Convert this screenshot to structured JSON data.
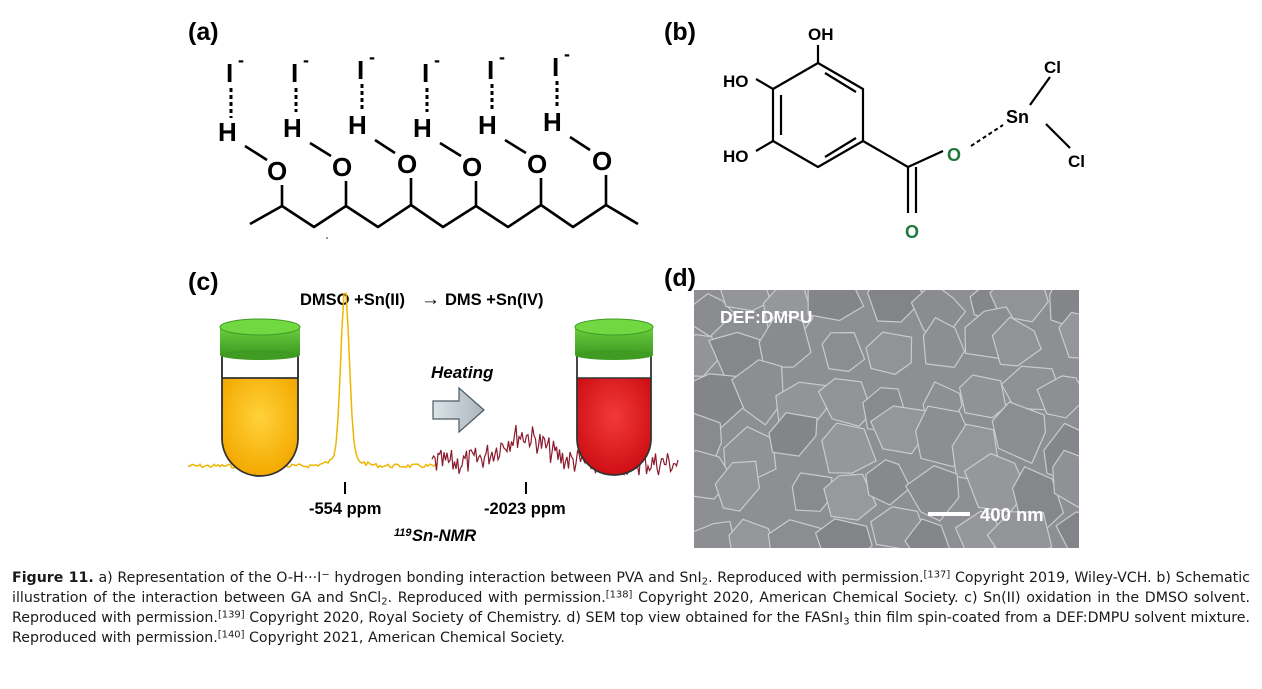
{
  "panels": {
    "a": {
      "label": "(a)",
      "iodide": [
        "I",
        "I",
        "I",
        "I",
        "I",
        "I"
      ],
      "iodide_charge": "-",
      "hydrogen": [
        "H",
        "H",
        "H",
        "H",
        "H",
        "H"
      ],
      "oxygen": [
        "O",
        "O",
        "O",
        "O",
        "O",
        "O"
      ]
    },
    "b": {
      "label": "(b)",
      "oh_top": "OH",
      "ho_mid": "HO",
      "ho_low": "HO",
      "o_ester": "O",
      "o_carbonyl": "O",
      "sn": "Sn",
      "cl_top": "Cl",
      "cl_bottom": "Cl",
      "green_color": "#1e7a3a"
    },
    "c": {
      "label": "(c)",
      "reaction_left": "DMSO +Sn(II)",
      "reaction_arrow": "→",
      "reaction_right": "DMS +Sn(IV)",
      "heating": "Heating",
      "peak_left": "-554 ppm",
      "peak_right": "-2023 ppm",
      "nmr_sup": "119",
      "nmr_label": "Sn-NMR",
      "colors": {
        "cap": "#4caf2a",
        "yellow_solution": "#f7b500",
        "red_solution": "#e3151b",
        "yellow_trace": "#efb600",
        "red_trace": "#8a1a2c"
      }
    },
    "d": {
      "label": "(d)",
      "sample": "DEF:DMPU",
      "scale_bar": "400 nm"
    }
  },
  "caption": {
    "label": "Figure 11.",
    "a_text_1": "a) Representation of the O-H···I",
    "a_sup": "−",
    "a_text_2": " hydrogen bonding interaction between PVA and SnI",
    "a_sub": "2",
    "a_text_3": ". Reproduced with permission.",
    "a_ref": "[137]",
    "a_text_4": " Copyright 2019, Wiley-VCH. b) Schematic illustration of the interaction between GA and SnCl",
    "b_sub": "2",
    "b_text_1": ". Reproduced with permission.",
    "b_ref": "[138]",
    "b_text_2": " Copyright 2020, American Chemical Society. c) Sn(II) oxidation in the DMSO solvent. Reproduced with permission.",
    "c_ref": "[139]",
    "c_text": " Copyright 2020, Royal Society of Chemistry. d) SEM top view obtained for the FASnI",
    "d_sub": "3",
    "d_text_1": " thin film spin-coated from a DEF:DMPU solvent mixture. Reproduced with permission.",
    "d_ref": "[140]",
    "d_text_2": " Copyright 2021, American Chemical Society."
  }
}
